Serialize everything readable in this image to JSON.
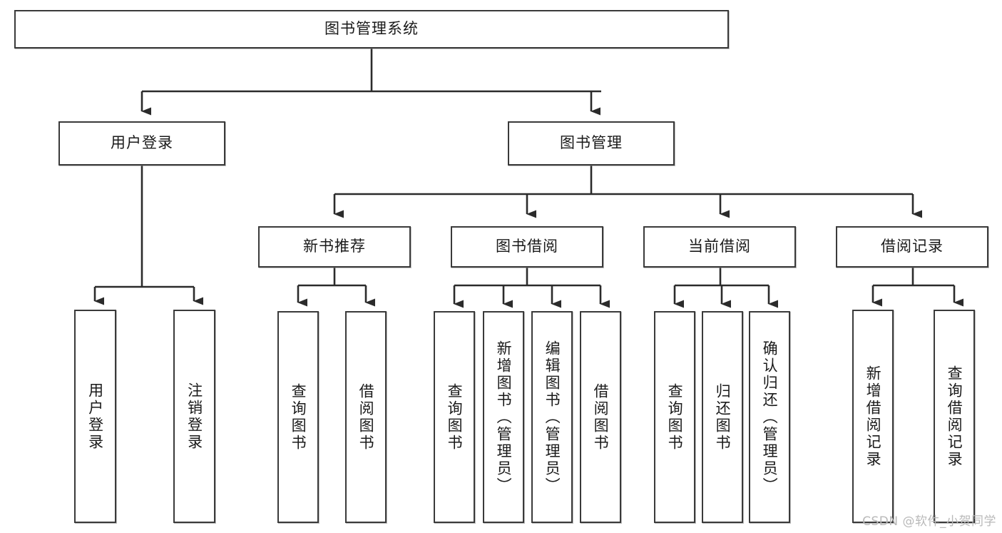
{
  "diagram": {
    "title": "图书管理系统",
    "type": "tree",
    "watermark": "CSDN @软件_小贺同学",
    "colors": {
      "box_border": "#3a3a3a",
      "box_fill": "#ffffff",
      "edge": "#2b2b2b",
      "text": "#1a1a1a",
      "watermark": "#b9b9b9",
      "background": "#ffffff"
    },
    "nodes": {
      "root": {
        "label": "图书管理系统"
      },
      "level2": [
        {
          "id": "user-login",
          "label": "用户登录"
        },
        {
          "id": "book-manage",
          "label": "图书管理"
        }
      ],
      "level3": [
        {
          "id": "new-book-rec",
          "label": "新书推荐"
        },
        {
          "id": "book-borrow",
          "label": "图书借阅"
        },
        {
          "id": "current-borrow",
          "label": "当前借阅"
        },
        {
          "id": "borrow-record",
          "label": "借阅记录"
        }
      ],
      "leaves": {
        "user_login": [
          {
            "id": "leaf-user-login",
            "label": "用户登录"
          },
          {
            "id": "leaf-logout",
            "label": "注销登录"
          }
        ],
        "new_book_rec": [
          {
            "id": "leaf-query-book-1",
            "label": "查询图书"
          },
          {
            "id": "leaf-borrow-book-1",
            "label": "借阅图书"
          }
        ],
        "book_borrow": [
          {
            "id": "leaf-query-book-2",
            "label": "查询图书"
          },
          {
            "id": "leaf-add-book",
            "label": "新增图书（管理员）"
          },
          {
            "id": "leaf-edit-book",
            "label": "编辑图书（管理员）"
          },
          {
            "id": "leaf-borrow-book-2",
            "label": "借阅图书"
          }
        ],
        "current_borrow": [
          {
            "id": "leaf-query-book-3",
            "label": "查询图书"
          },
          {
            "id": "leaf-return-book",
            "label": "归还图书"
          },
          {
            "id": "leaf-confirm-return",
            "label": "确认归还（管理员）"
          }
        ],
        "borrow_record": [
          {
            "id": "leaf-add-record",
            "label": "新增借阅记录"
          },
          {
            "id": "leaf-query-record",
            "label": "查询借阅记录"
          }
        ]
      }
    }
  }
}
